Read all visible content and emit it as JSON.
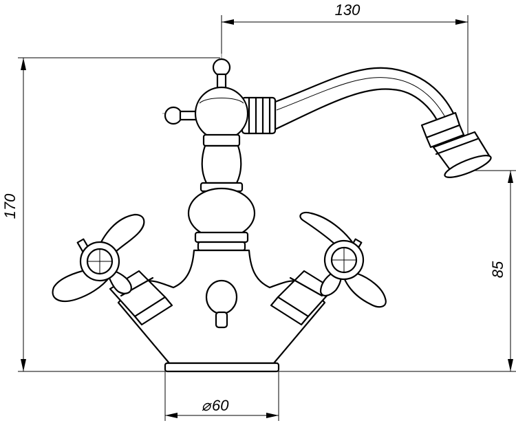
{
  "dimensions": {
    "spout_reach": "130",
    "total_height": "170",
    "spout_height": "85",
    "base_diameter": "60",
    "diameter_symbol": "⌀"
  }
}
